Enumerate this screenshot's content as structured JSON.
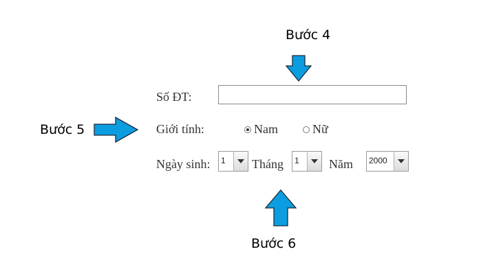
{
  "annotations": {
    "step4": "Bước 4",
    "step5": "Bước 5",
    "step6": "Bước 6"
  },
  "form": {
    "phone_label": "Số ĐT:",
    "phone_value": "",
    "gender_label": "Giới tính:",
    "gender_options": [
      "Nam",
      "Nữ"
    ],
    "gender_selected": "Nam",
    "dob_label": "Ngày sinh:",
    "day_value": "1",
    "month_label": "Tháng",
    "month_value": "1",
    "year_label": "Năm",
    "year_value": "2000"
  },
  "colors": {
    "arrow": "#0b9de0",
    "arrow_outline": "#1a2a3a"
  },
  "icons": {
    "combo_button": "triangle-down-icon",
    "step_arrows": [
      "arrow-down-icon",
      "arrow-right-icon",
      "arrow-up-icon"
    ]
  }
}
